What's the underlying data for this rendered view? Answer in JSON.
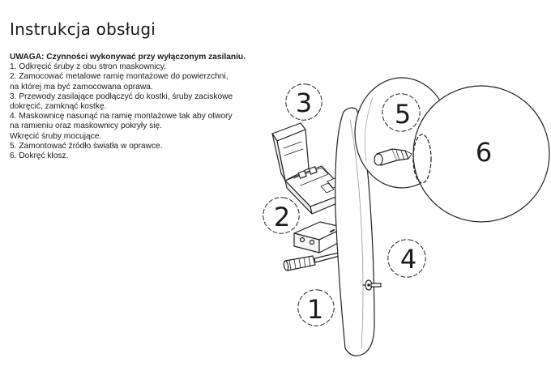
{
  "title": "Instrukcja obsługi",
  "warning": "UWAGA: Czynności wykonywać przy wyłączonym zasilaniu.",
  "steps": [
    "1. Odkręcić śruby z obu stron maskownicy.",
    "2. Zamocować metalowe ramię montażowe do powierzchni,",
    "na której ma być zamocowana oprawa.",
    "3. Przewody zasilające podłączyć do kostki, śruby zaciskowe",
    "dokręcić, zamknąć kostkę.",
    "4. Maskownicę nasunąć na ramię montażowe tak aby otwory",
    "na ramieniu oraz maskownicy pokryły się.",
    "Wkręcić śruby mocujące.",
    "5. Zamontować źródło światła w oprawce.",
    "6. Dokręć klosz."
  ],
  "diagram_labels": {
    "one": "1",
    "two": "2",
    "three": "3",
    "four": "4",
    "five": "5",
    "six": "6"
  }
}
